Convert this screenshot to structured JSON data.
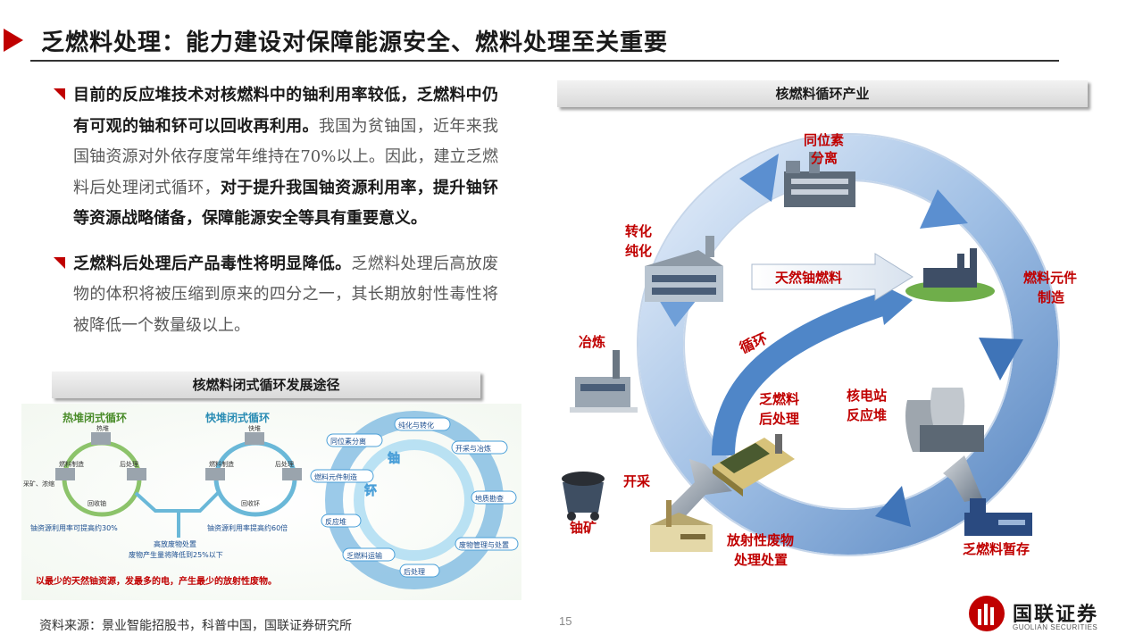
{
  "title": "乏燃料处理：能力建设对保障能源安全、燃料处理至关重要",
  "bullets": [
    {
      "runs": [
        {
          "text": "目前的反应堆技术对核燃料中的铀利用率较低，乏燃料中仍有可观的铀和钚可以回收再利用。",
          "bold": true
        },
        {
          "text": "我国为贫铀国，近年来我国铀资源对外依存度常年维持在70%以上。因此，建立乏燃料后处理闭式循环，",
          "bold": false
        },
        {
          "text": "对于提升我国铀资源利用率，提升铀钚等资源战略储备，保障能源安全等具有重要意义。",
          "bold": true
        }
      ]
    },
    {
      "runs": [
        {
          "text": "乏燃料后处理后产品毒性将明显降低。",
          "bold": true
        },
        {
          "text": "乏燃料处理后高放废物的体积将被压缩到原来的四分之一，其长期放射性毒性将被降低一个数量级以上。",
          "bold": false
        }
      ]
    }
  ],
  "left_figure": {
    "caption": "核燃料闭式循环发展途径",
    "thermal": {
      "title": "热堆闭式循环",
      "nodes": [
        "采矿、浓缩",
        "燃料制造",
        "热堆",
        "后处理",
        "回收铀"
      ],
      "rate": "铀资源利用率可提高约30%"
    },
    "fast": {
      "title": "快堆闭式循环",
      "nodes": [
        "燃料制造",
        "快堆",
        "后处理",
        "回收钚"
      ],
      "rate": "铀资源利用率提高约60倍"
    },
    "waste_line1": "高放废物处置",
    "waste_line2": "废物产生量将降低到25%以下",
    "wheel_nodes": [
      "同位素分离",
      "纯化与转化",
      "开采与冶炼",
      "燃料元件制造",
      "地质勘查",
      "反应堆",
      "乏燃料运输",
      "废物管理与处置",
      "后处理"
    ],
    "wheel_center": [
      "铀",
      "钚"
    ],
    "summary": "以最少的天然铀资源，发最多的电，产生最少的放射性废物。"
  },
  "right_figure": {
    "caption": "核燃料循环产业",
    "labels": {
      "isotope": [
        "同位素",
        "分离"
      ],
      "conversion": [
        "转化",
        "纯化"
      ],
      "element": [
        "燃料元件",
        "制造"
      ],
      "smelting": "冶炼",
      "spent_reprocess": [
        "乏燃料",
        "后处理"
      ],
      "plant": [
        "核电站",
        "反应堆"
      ],
      "mining": "开采",
      "uranium_ore": "铀矿",
      "radwaste": [
        "放射性废物",
        "处理处置"
      ],
      "interim": "乏燃料暂存",
      "natural_u": "天然铀燃料",
      "cycle": "循环"
    }
  },
  "footer": {
    "source": "资料来源：景业智能招股书，科普中国，国联证券研究所",
    "page": "15",
    "logo_name": "国联证券",
    "logo_sub": "GUOLIAN SECURITIES"
  },
  "colors": {
    "accent_red": "#c00000",
    "label_red": "#c00000",
    "cycle_blue": "#4a86c8"
  }
}
